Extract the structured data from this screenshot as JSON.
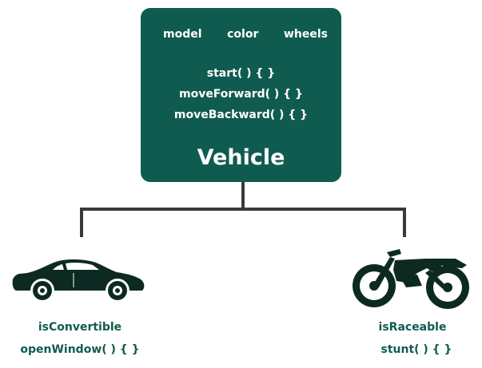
{
  "parent": {
    "fields": [
      "model",
      "color",
      "wheels"
    ],
    "methods": [
      "start( ) { }",
      "moveForward( ) { }",
      "moveBackward( ) { }"
    ],
    "title": "Vehicle"
  },
  "children": [
    {
      "property": "isConvertible",
      "method": "openWindow( ) { }",
      "icon": "sports-car-icon"
    },
    {
      "property": "isRaceable",
      "method": "stunt( ) { }",
      "icon": "motorcycle-icon"
    }
  ],
  "colors": {
    "box": "#105b4f",
    "line": "#3a3a3a",
    "label": "#105b4f",
    "icon": "#0d2a22"
  }
}
